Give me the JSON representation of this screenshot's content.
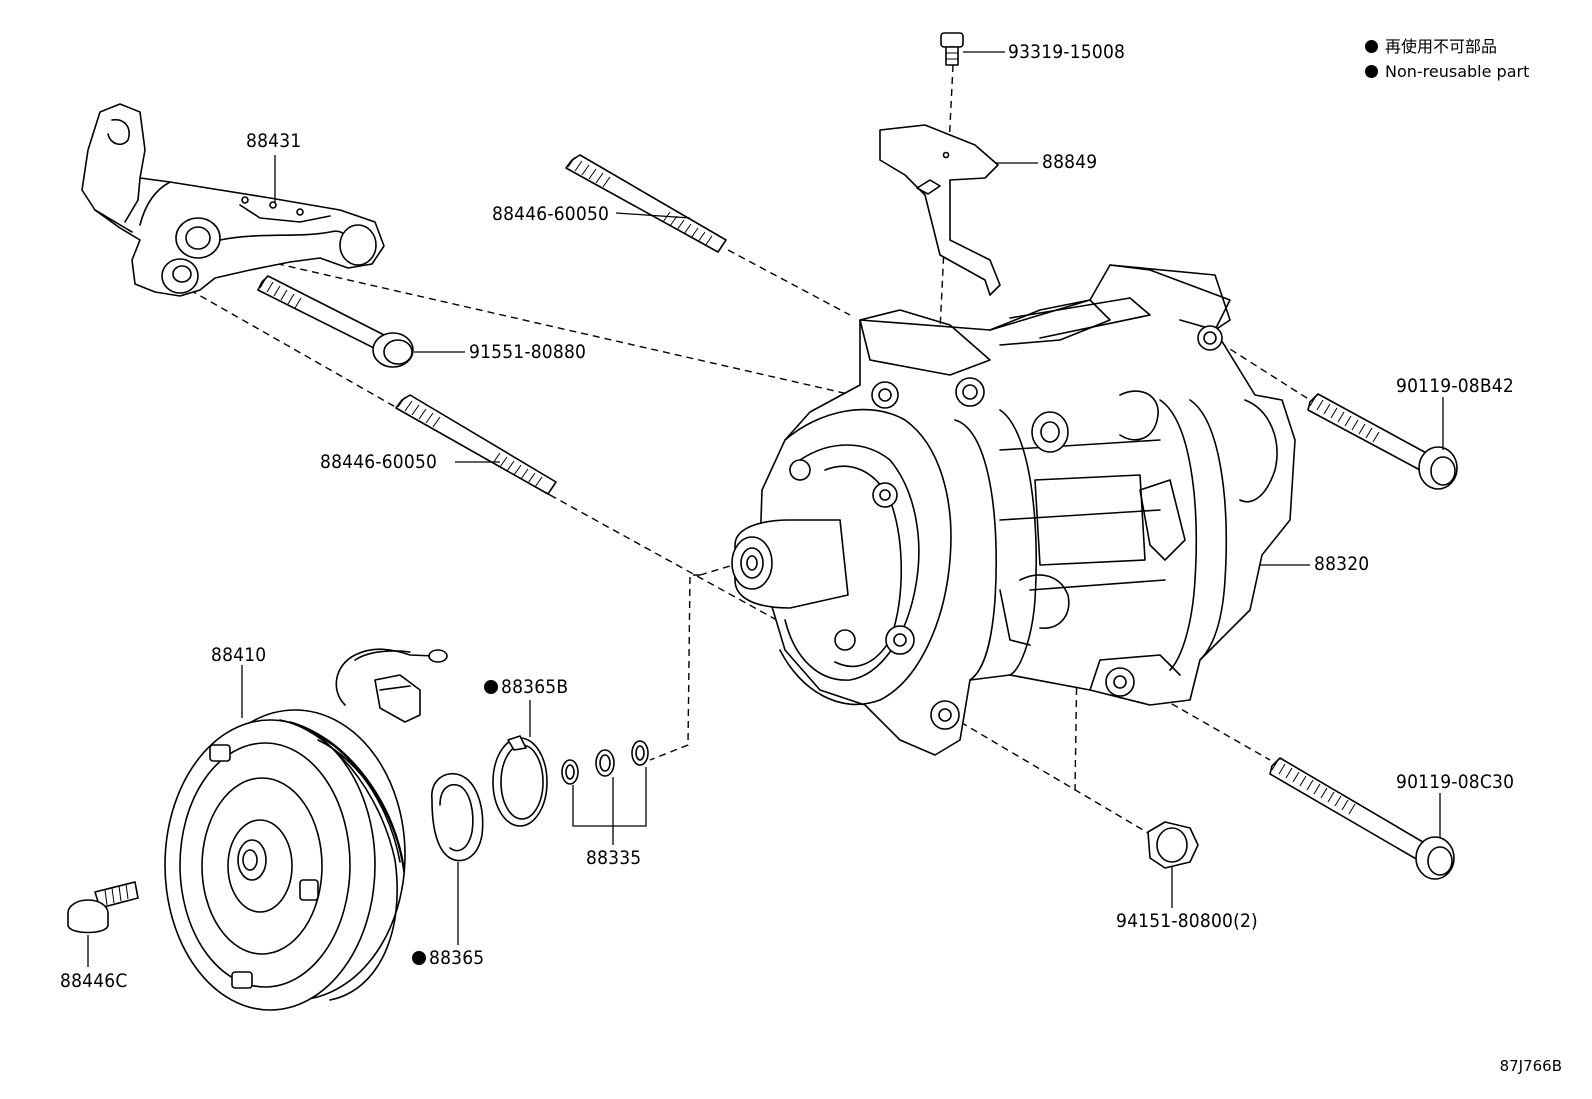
{
  "legend": {
    "japanese": "再使用不可部品",
    "english": "Non-reusable part"
  },
  "parts": {
    "p93319": "93319-15008",
    "p88849": "88849",
    "p88431": "88431",
    "p88446_top": "88446-60050",
    "p91551": "91551-80880",
    "p88446_mid": "88446-60050",
    "p90119_08b42": "90119-08B42",
    "p88320": "88320",
    "p88410": "88410",
    "p88365b": "88365B",
    "p88335": "88335",
    "p88365": "88365",
    "p90119_08c30": "90119-08C30",
    "p94151": "94151-80800(2)",
    "p88446c": "88446C"
  },
  "non_reusable": [
    "88365B",
    "88365"
  ],
  "illustration_code": "87J766B"
}
